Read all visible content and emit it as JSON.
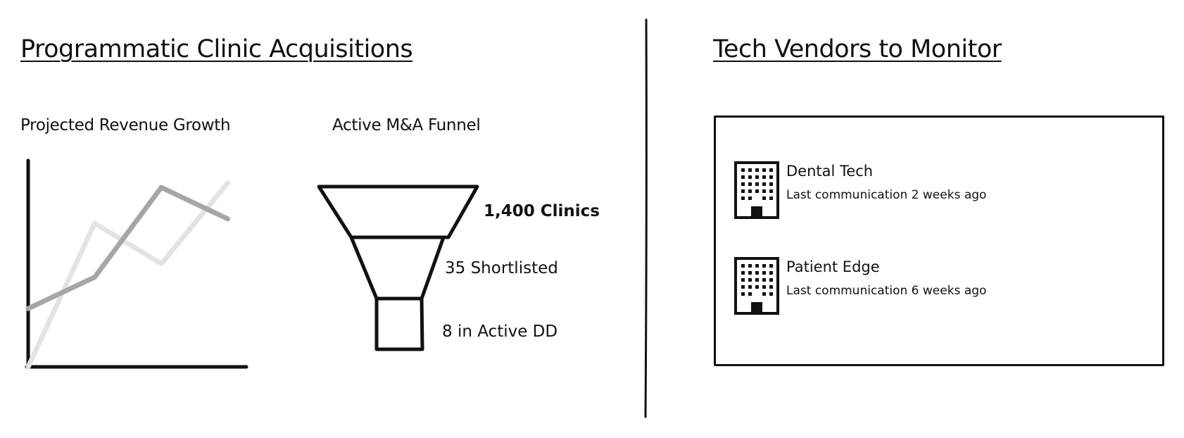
{
  "main": {
    "title": "Programmatic Clinic Acquisitions",
    "revenue_chart": {
      "title": "Projected Revenue Growth",
      "chart_data": {
        "type": "line",
        "title": "Projected Revenue Growth",
        "xlabel": "",
        "ylabel": "",
        "x": [
          0,
          1,
          2,
          3
        ],
        "series": [
          {
            "values": [
              1.3,
              2.0,
              4.0,
              3.3
            ],
            "color": "#a6a6a6"
          },
          {
            "values": [
              0.0,
              3.2,
              2.3,
              4.1
            ],
            "color": "#e3e3e3"
          }
        ],
        "xlim": [
          0,
          3.3
        ],
        "ylim": [
          0,
          4.6
        ],
        "grid": false,
        "legend": "none"
      }
    },
    "funnel": {
      "title": "Active M&A Funnel",
      "stages": [
        {
          "label": "1,400 Clinics",
          "emphasis": true
        },
        {
          "label": "35 Shortlisted",
          "emphasis": false
        },
        {
          "label": "8 in Active DD",
          "emphasis": false
        }
      ]
    }
  },
  "vendors": {
    "title": "Tech Vendors to Monitor",
    "icon": "building-icon",
    "items": [
      {
        "name": "Dental Tech",
        "status": "Last communication 2 weeks ago"
      },
      {
        "name": "Patient Edge",
        "status": "Last communication 6 weeks ago"
      }
    ]
  },
  "colors": {
    "ink": "#111111",
    "series_dark": "#a6a6a6",
    "series_light": "#e3e3e3"
  }
}
